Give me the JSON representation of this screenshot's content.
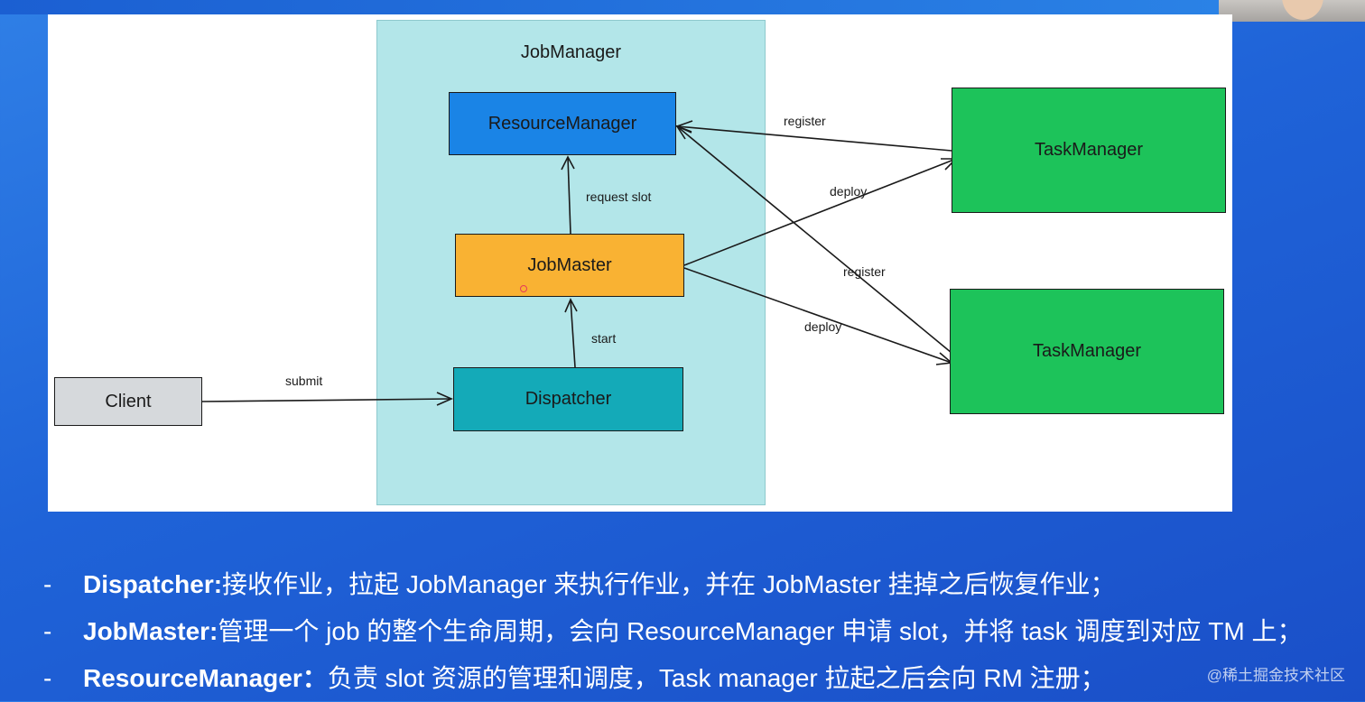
{
  "diagram": {
    "container_title": "JobManager",
    "nodes": {
      "resource_manager": "ResourceManager",
      "job_master": "JobMaster",
      "dispatcher": "Dispatcher",
      "client": "Client",
      "task_manager_1": "TaskManager",
      "task_manager_2": "TaskManager"
    },
    "edges": {
      "submit": "submit",
      "start": "start",
      "request_slot": "request slot",
      "register_1": "register",
      "register_2": "register",
      "deploy_1": "deploy",
      "deploy_2": "deploy"
    }
  },
  "notes": [
    {
      "bullet": "-",
      "term": "Dispatcher:",
      "text": " 接收作业，拉起 JobManager 来执行作业，并在 JobMaster 挂掉之后恢复作业；"
    },
    {
      "bullet": "-",
      "term": "JobMaster:",
      "text": " 管理一个 job 的整个生命周期，会向 ResourceManager 申请 slot，并将 task 调度到对应 TM 上；"
    },
    {
      "bullet": "-",
      "term": "ResourceManager：",
      "text": "负责 slot 资源的管理和调度，Task manager 拉起之后会向 RM 注册；"
    }
  ],
  "watermark": "@稀土掘金技术社区",
  "colors": {
    "resource_manager": "#1a84e6",
    "job_master": "#f9b233",
    "dispatcher": "#14aab8",
    "client": "#d6d9dc",
    "task_manager": "#1dc35a",
    "job_manager_container": "#b3e6e9"
  }
}
